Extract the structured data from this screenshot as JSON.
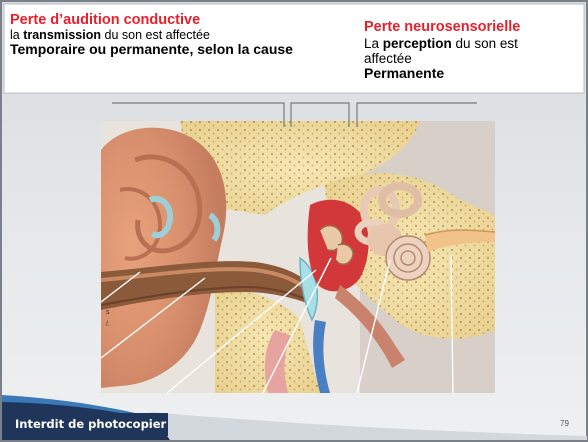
{
  "left": {
    "title": "Perte d’audition conductive",
    "line1_pre": "la ",
    "line1_bold": "transmission",
    "line1_post": " du son est affectée",
    "line2": "Temporaire ou permanente, selon la cause"
  },
  "right": {
    "title": "Perte neurosensorielle",
    "line1_pre": "La ",
    "line1_bold": "perception",
    "line1_post": " du son est",
    "line2": "affectée",
    "line3": "Permanente"
  },
  "footer": {
    "badge": "Interdit de photocopier",
    "page_number": "79"
  },
  "colors": {
    "title_red": "#e8202b",
    "badge_navy": "#1f355a",
    "swoosh_blue": "#3a78b8"
  }
}
